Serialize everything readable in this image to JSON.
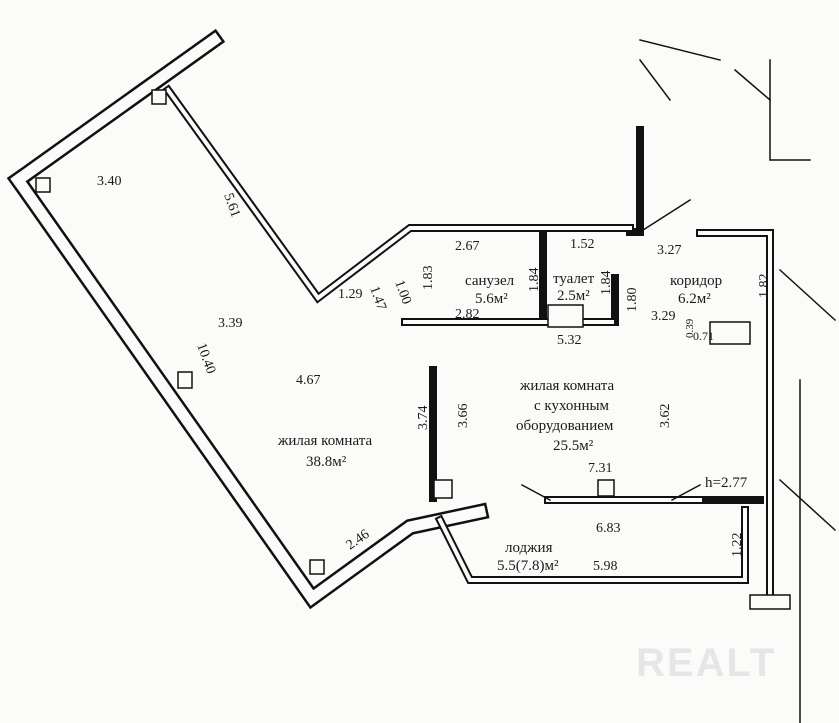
{
  "rooms": {
    "living": {
      "name": "жилая комната",
      "area": "38.8м²"
    },
    "kitchen_living": {
      "line1": "жилая комната",
      "line2": "с кухонным",
      "line3": "оборудованием",
      "area": "25.5м²"
    },
    "bathroom": {
      "name": "санузел",
      "area": "5.6м²"
    },
    "toilet": {
      "name": "туалет",
      "area": "2.5м²"
    },
    "corridor": {
      "name": "коридор",
      "area": "6.2м²"
    },
    "loggia": {
      "name": "лоджия",
      "area": "5.5(7.8)м²"
    }
  },
  "dimensions": {
    "d340": "3.40",
    "d561": "5.61",
    "d339": "3.39",
    "d1040": "10.40",
    "d467": "4.67",
    "d129": "1.29",
    "d147": "1.47",
    "d100": "1.00",
    "d183": "1.83",
    "d267": "2.67",
    "d184a": "1.84",
    "d282": "2.82",
    "d152": "1.52",
    "d184b": "1.84",
    "d180": "1.80",
    "d532": "5.32",
    "d327": "3.27",
    "d182": "1.82",
    "d329": "3.29",
    "d039": "0.39",
    "d071": "0.71",
    "d374": "3.74",
    "d366": "3.66",
    "d362": "3.62",
    "d731": "7.31",
    "d683": "6.83",
    "d246": "2.46",
    "d598": "5.98",
    "d122": "1.22"
  },
  "ceiling_height": "h=2.77",
  "watermark": "REALT"
}
